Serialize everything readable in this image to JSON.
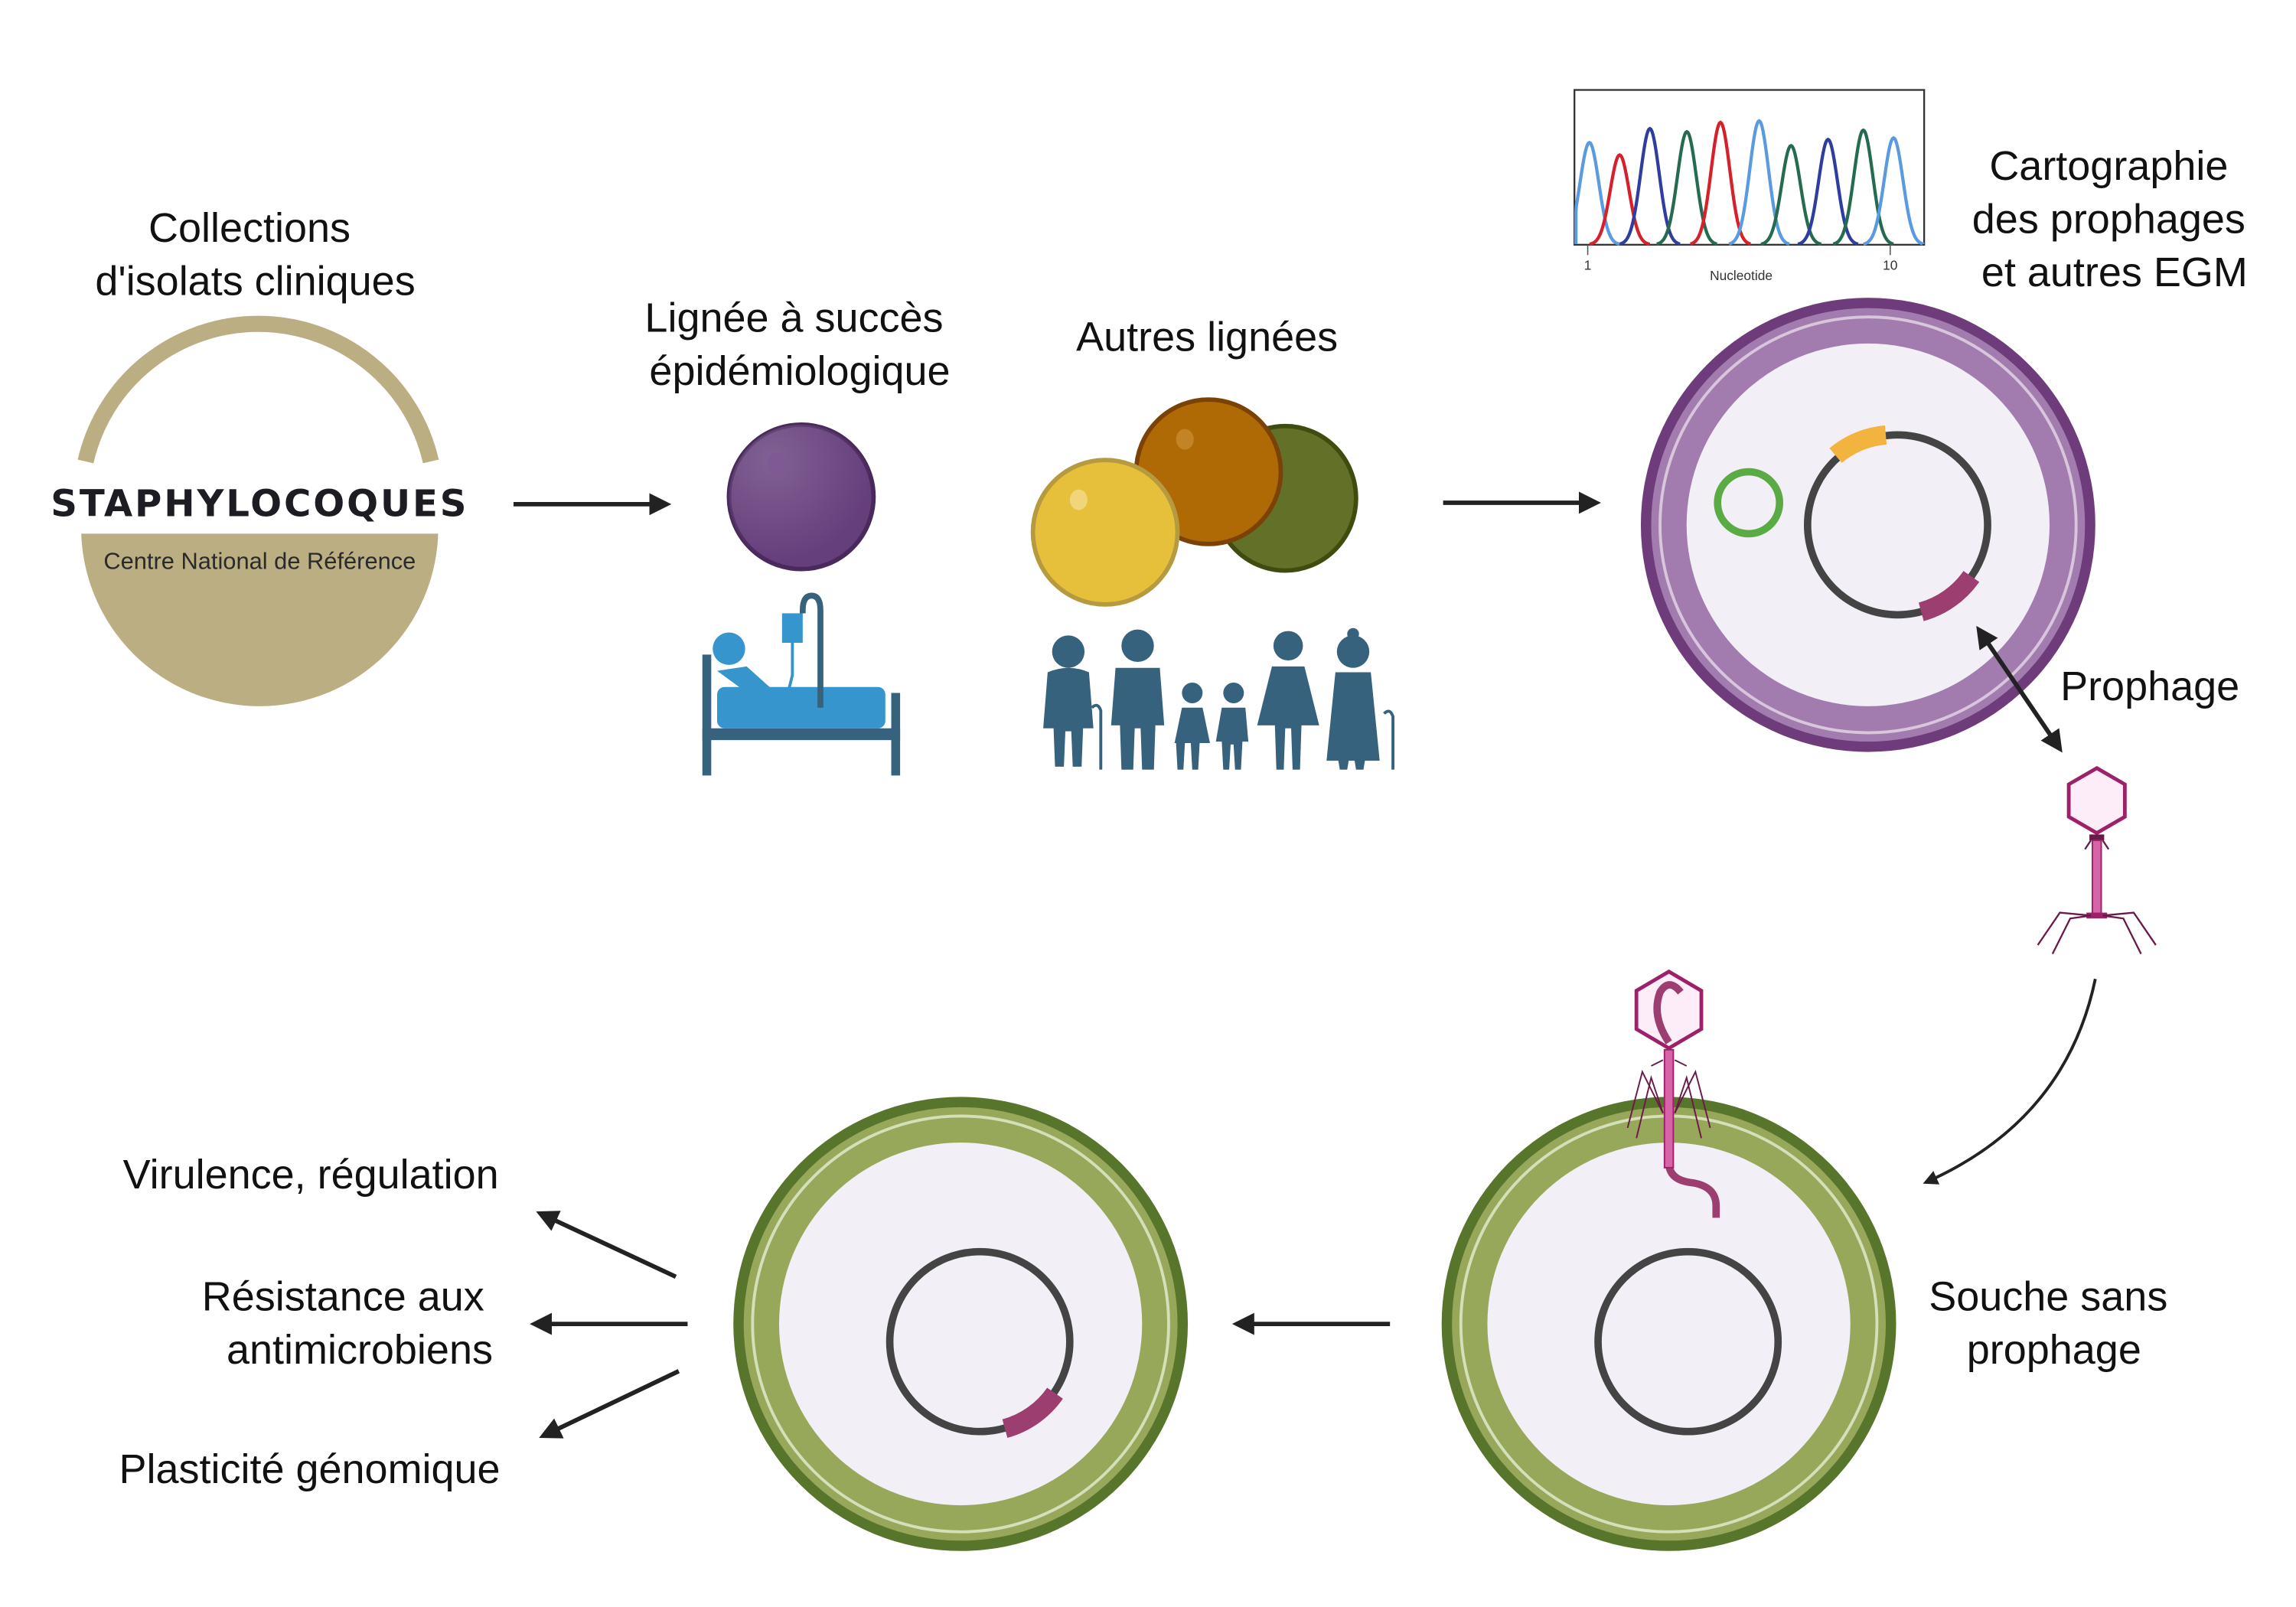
{
  "figure": {
    "type": "workflow-diagram",
    "colors": {
      "arrow": "#222222",
      "logo_gold": "#bcae83",
      "purple_cell_outer": "#6e3b7b",
      "purple_cell_wall": "#a27caf",
      "purple_cell_membrane": "#d8c6dd",
      "cytoplasm": "#f2eff7",
      "chromosome": "#444444",
      "plasmid_green": "#5aab44",
      "gene_orange": "#f2b33f",
      "gene_prophage": "#9c3e6f",
      "green_cell_outer": "#58762b",
      "green_cell_wall": "#98a85a",
      "green_cell_membrane": "#d3e0b8",
      "phage_stroke": "#9c2168",
      "phage_fill": "#fcedf8",
      "person_icon": "#36627e",
      "patient_icon": "#3595cc",
      "lineage_purple": "#653f7c",
      "lineage_yellow": "#e6bf3b",
      "lineage_orange": "#b06a05",
      "lineage_olive": "#627028"
    }
  },
  "steps": {
    "collections": {
      "label_lines": [
        "Collections",
        "d'isolats cliniques"
      ],
      "logo": {
        "title": "STAPHYLOCOQUES",
        "subtitle": "Centre National de Référence"
      }
    },
    "successful_lineage": {
      "label_lines": [
        "Lignée à succès",
        "épidémiologique"
      ],
      "icon": "hospital-patient-icon"
    },
    "other_lineages": {
      "label_lines": [
        "Autres lignées"
      ],
      "icon": "population-icon"
    },
    "mapping": {
      "label_lines": [
        "Cartographie",
        "des prophages",
        "et autres EGM"
      ],
      "prophage_label": "Prophage"
    },
    "cured_strain": {
      "label_lines": [
        "Souche sans",
        "prophage"
      ]
    },
    "outcomes": [
      {
        "label_lines": [
          "Virulence, régulation"
        ]
      },
      {
        "label_lines": [
          "Résistance aux",
          "antimicrobiens"
        ]
      },
      {
        "label_lines": [
          "Plasticité génomique"
        ]
      }
    ]
  },
  "chart_data": {
    "type": "line",
    "title": "",
    "xlabel": "Nucleotide",
    "ylabel": "",
    "x_ticks": [
      "1",
      "10"
    ],
    "xlim": [
      0.3,
      10.9
    ],
    "ylim": [
      0,
      1
    ],
    "grid": false,
    "series": [
      {
        "name": "peak-1",
        "color": "#5a9ae0",
        "center": 1.05,
        "height": 0.66
      },
      {
        "name": "peak-2",
        "color": "#d6202a",
        "center": 1.95,
        "height": 0.58
      },
      {
        "name": "peak-3",
        "color": "#2f3e9e",
        "center": 2.85,
        "height": 0.75
      },
      {
        "name": "peak-4",
        "color": "#256b4f",
        "center": 3.95,
        "height": 0.73
      },
      {
        "name": "peak-5",
        "color": "#d6202a",
        "center": 4.95,
        "height": 0.79
      },
      {
        "name": "peak-6",
        "color": "#5a9ae0",
        "center": 6.1,
        "height": 0.8
      },
      {
        "name": "peak-7",
        "color": "#256b4f",
        "center": 7.05,
        "height": 0.64
      },
      {
        "name": "peak-8",
        "color": "#2f3e9e",
        "center": 8.15,
        "height": 0.68
      },
      {
        "name": "peak-9",
        "color": "#256b4f",
        "center": 9.2,
        "height": 0.74
      },
      {
        "name": "peak-10",
        "color": "#5a9ae0",
        "center": 10.1,
        "height": 0.69
      }
    ]
  }
}
